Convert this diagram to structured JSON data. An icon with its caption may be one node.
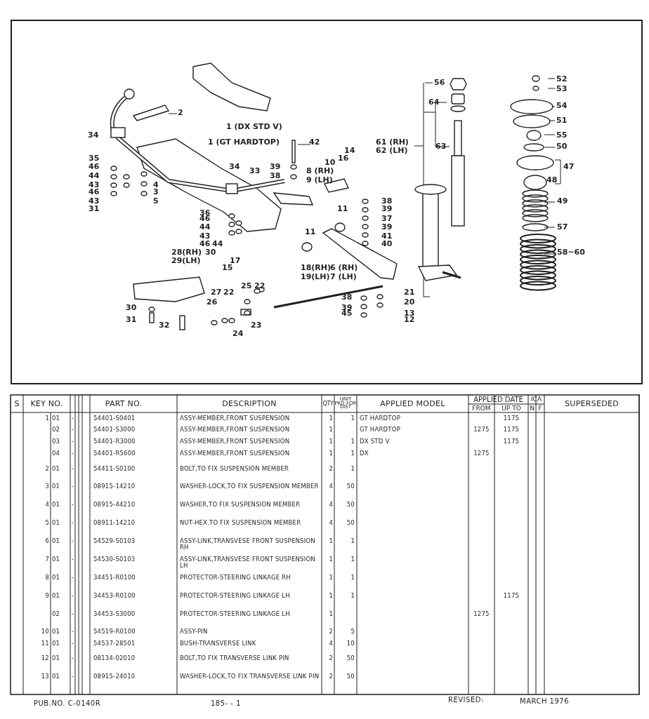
{
  "diagram": {
    "labels": [
      "52",
      "56",
      "53",
      "64",
      "54",
      "2",
      "51",
      "1 (DX STD V)",
      "34",
      "55",
      "1 (GT HARDTOP)",
      "42",
      "61 (RH)",
      "63",
      "50",
      "14",
      "62 (LH)",
      "35",
      "16",
      "10",
      "46",
      "34",
      "39",
      "47",
      "33",
      "8 (RH)",
      "44",
      "38",
      "9 (LH)",
      "48",
      "43",
      "4",
      "46",
      "3",
      "43",
      "5",
      "38",
      "49",
      "31",
      "11",
      "39",
      "36",
      "46",
      "37",
      "44",
      "39",
      "57",
      "11",
      "43",
      "41",
      "46",
      "44",
      "40",
      "28(RH)",
      "30",
      "58~60",
      "29(LH)",
      "17",
      "15",
      "18(RH)",
      "6 (RH)",
      "19(LH)",
      "7 (LH)",
      "25",
      "22",
      "27",
      "22",
      "21",
      "38",
      "26",
      "20",
      "30",
      "39",
      "45",
      "13",
      "31",
      "12",
      "32",
      "23",
      "24",
      "S",
      "KEY NO.",
      "PART NO.",
      "DESCRIPTION",
      "QTY",
      "UNIT PKG FOR DIST",
      "APPLIED MODEL",
      "APPLIED DATE",
      "ICA",
      "SUPERSEDED",
      "FROM",
      "UP TO",
      "N",
      "F",
      "1",
      "01",
      "-",
      "54401-S0401",
      "ASSY-MEMBER,FRONT SUSPENSION",
      "1",
      "1",
      "GT HARDTOP",
      "1175",
      "02",
      "-",
      "54401-S3000",
      "ASSY-MEMBER,FRONT SUSPENSION",
      "1",
      "GT HARDTOP",
      "1275",
      "1175",
      "03",
      "-",
      "54401-R3000",
      "ASSY-MEMBER,FRONT SUSPENSION",
      "1",
      "1",
      "DX STD V",
      "1175",
      "04",
      "-",
      "54401-R5600",
      "ASSY-MEMBER,FRONT SUSPENSION",
      "1",
      "1",
      "DX",
      "1275",
      "2",
      "01",
      "-",
      "54411-S0100",
      "BOLT,TO FIX SUSPENSION MEMBER",
      "2",
      "1",
      "3",
      "01",
      "-",
      "08915-14210",
      "WASHER-LOCK,TO FIX SUSPENSION MEMBER",
      "4",
      "50",
      "4",
      "01",
      "-",
      "08915-44210",
      "WASHER,TO FIX SUSPENSION MEMBER",
      "4",
      "50",
      "5",
      "01",
      "-",
      "08911-14210",
      "NUT-HEX.TO FIX SUSPENSION MEMBER",
      "4",
      "50",
      "6",
      "01",
      "-",
      "54529-S0103",
      "ASSY-LINK,TRANSVESE FRONT SUSPENSION RH",
      "1",
      "1",
      "7",
      "01",
      "-",
      "54530-S0103",
      "ASSY-LINK,TRANSVESE FRONT SUSPENSION LH",
      "1",
      "1",
      "8",
      "01",
      "-",
      "34451-R0100",
      "PROTECTOR-STEERING LINKAGE RH",
      "1",
      "1",
      "9",
      "01",
      "-",
      "34453-R0100",
      "PROTECTOR-STEERING LINKAGE LH",
      "1",
      "1",
      "1175",
      "02",
      "-",
      "34453-S3000",
      "PROTECTOR-STEERING LINKAGE LH",
      "1",
      "1275",
      "10",
      "01",
      "-",
      "54519-R0100",
      "ASSY-PIN",
      "2",
      "5",
      "11",
      "01",
      "-",
      "54537-28501",
      "BUSH-TRANSVERSE LINK",
      "4",
      "10",
      "12",
      "01",
      "-",
      "08134-02010",
      "BOLT,TO FIX TRANSVERSE LINK PIN",
      "2",
      "50",
      "13",
      "01",
      "-",
      "08915-24010",
      "WASHER-LOCK,TO FIX TRANSVERSE LINK PIN",
      "2",
      "50",
      "PUB.NO. C-0140R",
      "185- - 1",
      "REVISED:",
      "MARCH 1976"
    ]
  }
}
